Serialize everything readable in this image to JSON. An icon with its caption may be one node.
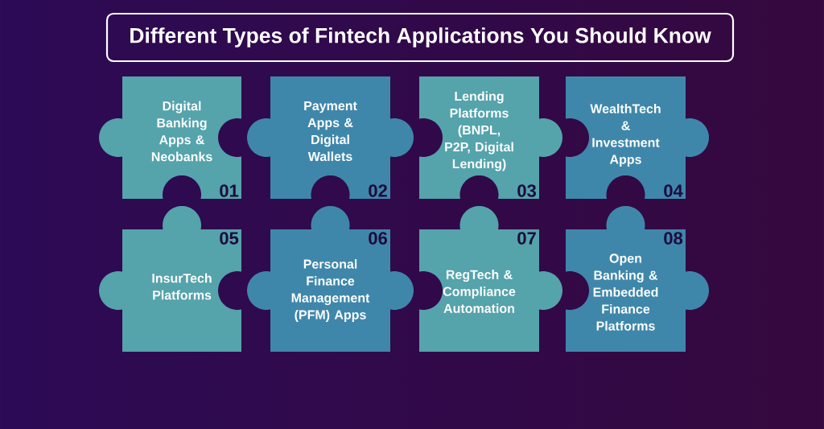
{
  "diagram": {
    "title": "Different Types of Fintech Applications You Should Know",
    "nodes": [
      {
        "text": [
          "Digital Banking Apps & Neobanks",
          "01"
        ]
      },
      {
        "text": [
          "Payment Apps & Digital Wallets",
          "02"
        ]
      },
      {
        "text": [
          "Lending Platforms (BNPL, P2P, Digital Lending)",
          "03"
        ]
      },
      {
        "text": [
          "WealthTech & Investment Apps",
          "04"
        ]
      },
      {
        "text": [
          "05",
          "InsurTech Platforms"
        ]
      },
      {
        "text": [
          "06",
          "Personal Finance Management (PFM) Apps"
        ]
      },
      {
        "text": [
          "07",
          "RegTech & Compliance Automation"
        ]
      },
      {
        "text": [
          "08",
          "Open Banking & Embedded Finance Platforms"
        ]
      }
    ]
  }
}
